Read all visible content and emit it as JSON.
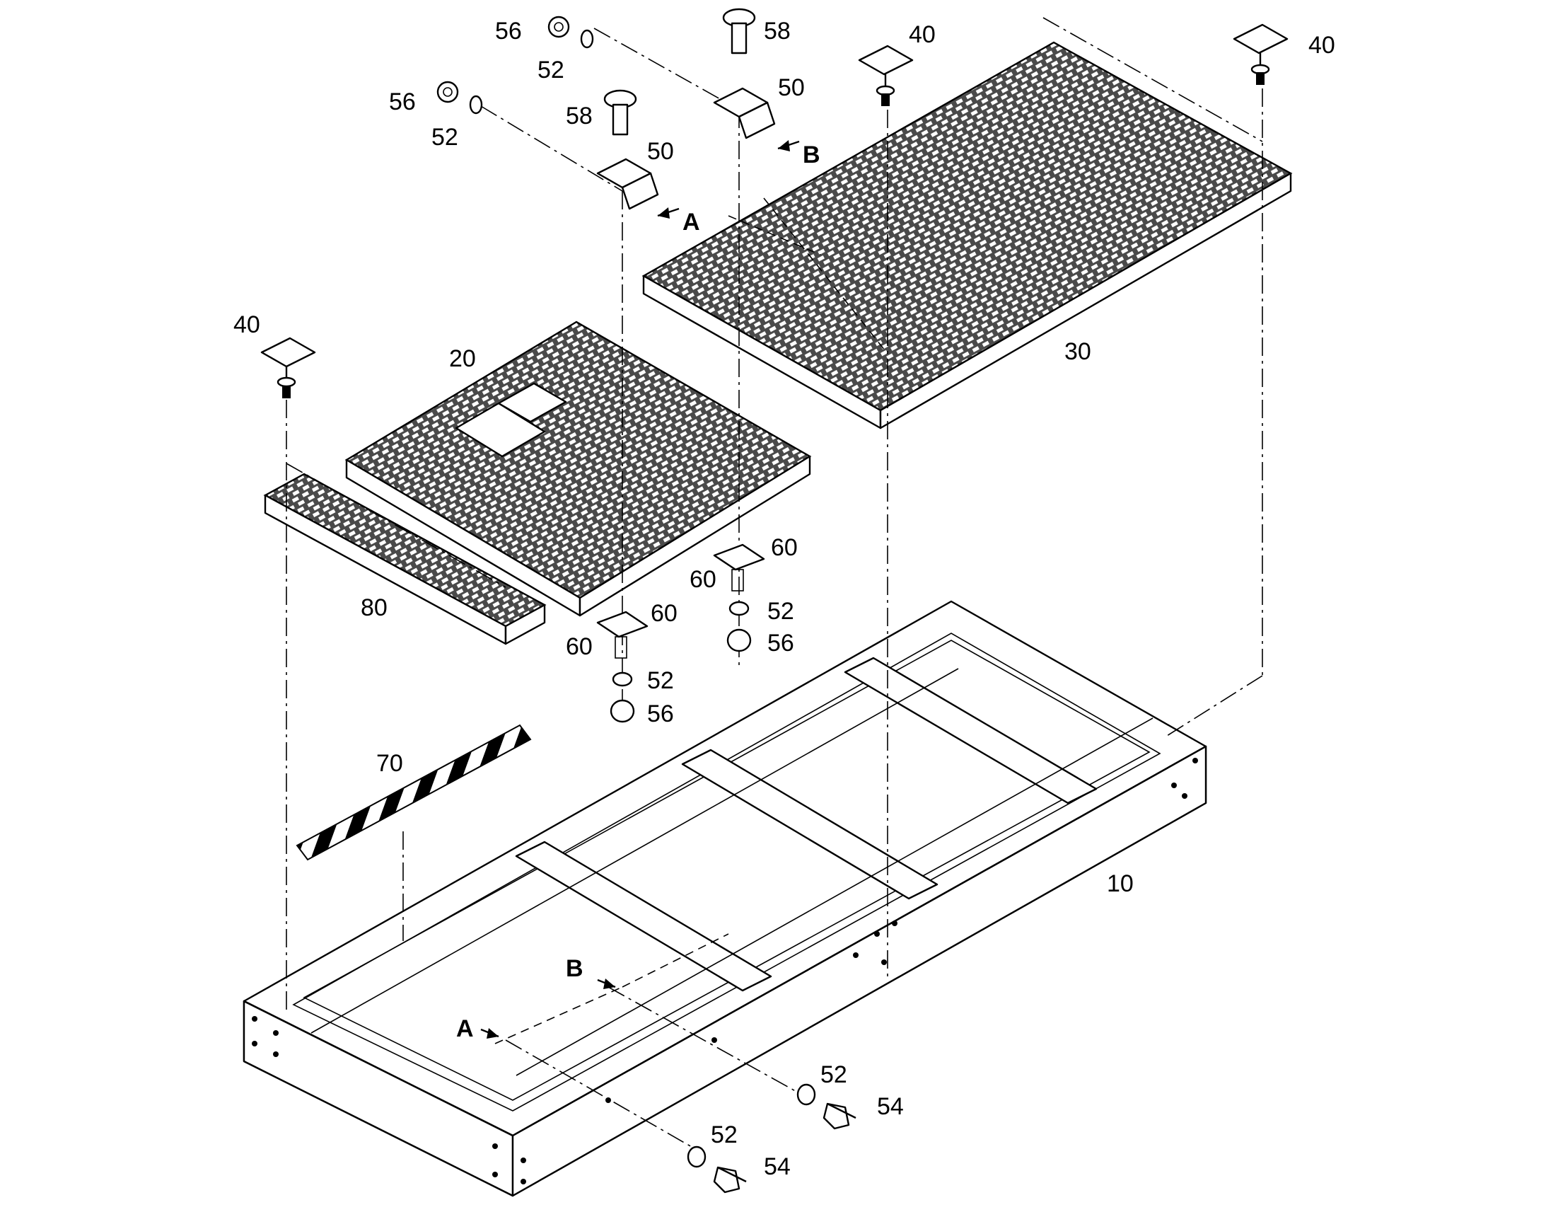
{
  "callouts": {
    "c56a": "56",
    "c52a": "52",
    "c58a": "58",
    "c50a": "50",
    "c40a": "40",
    "c40b": "40",
    "c56b": "56",
    "c52b": "52",
    "c58b": "58",
    "c50b": "50",
    "refB1": "B",
    "refA1": "A",
    "c40c": "40",
    "c20": "20",
    "c30": "30",
    "c60a": "60",
    "c60b": "60",
    "c52c": "52",
    "c56c": "56",
    "c80": "80",
    "c60c": "60",
    "c60d": "60",
    "c52d": "52",
    "c56d": "56",
    "c70": "70",
    "c10": "10",
    "refB2": "B",
    "refA2": "A",
    "c52e": "52",
    "c54a": "54",
    "c52f": "52",
    "c54b": "54"
  },
  "colors": {
    "line": "#000000",
    "background": "#ffffff",
    "grating": "#555555"
  }
}
